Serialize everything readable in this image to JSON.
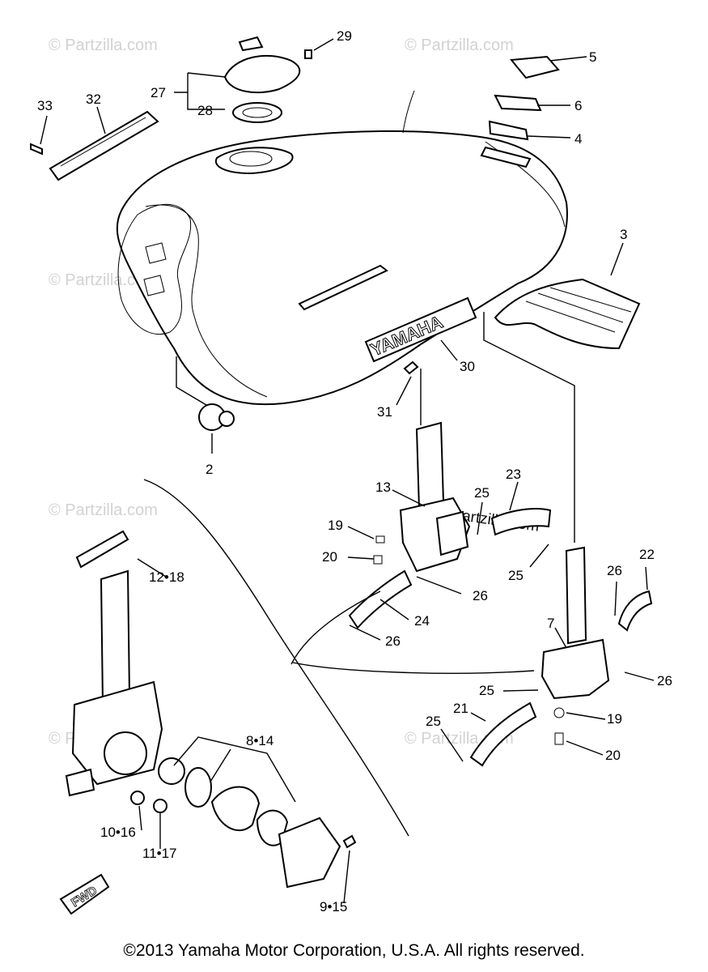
{
  "watermark": "© Partzilla.com",
  "watermark_inline": "partzilla.com",
  "tank_emblem": "YAMAHA",
  "fwd_arrow": "FWD",
  "callouts": [
    "29",
    "5",
    "27",
    "28",
    "6",
    "4",
    "33",
    "32",
    "3",
    "30",
    "31",
    "2",
    "13",
    "25",
    "23",
    "19",
    "20",
    "26",
    "24",
    "25",
    "26",
    "22",
    "7",
    "26",
    "25",
    "21",
    "19",
    "25",
    "20",
    "12•18",
    "8•14",
    "10•16",
    "11•17",
    "9•15"
  ],
  "copyright": "©2013  Yamaha Motor Corporation, U.S.A. All rights reserved."
}
